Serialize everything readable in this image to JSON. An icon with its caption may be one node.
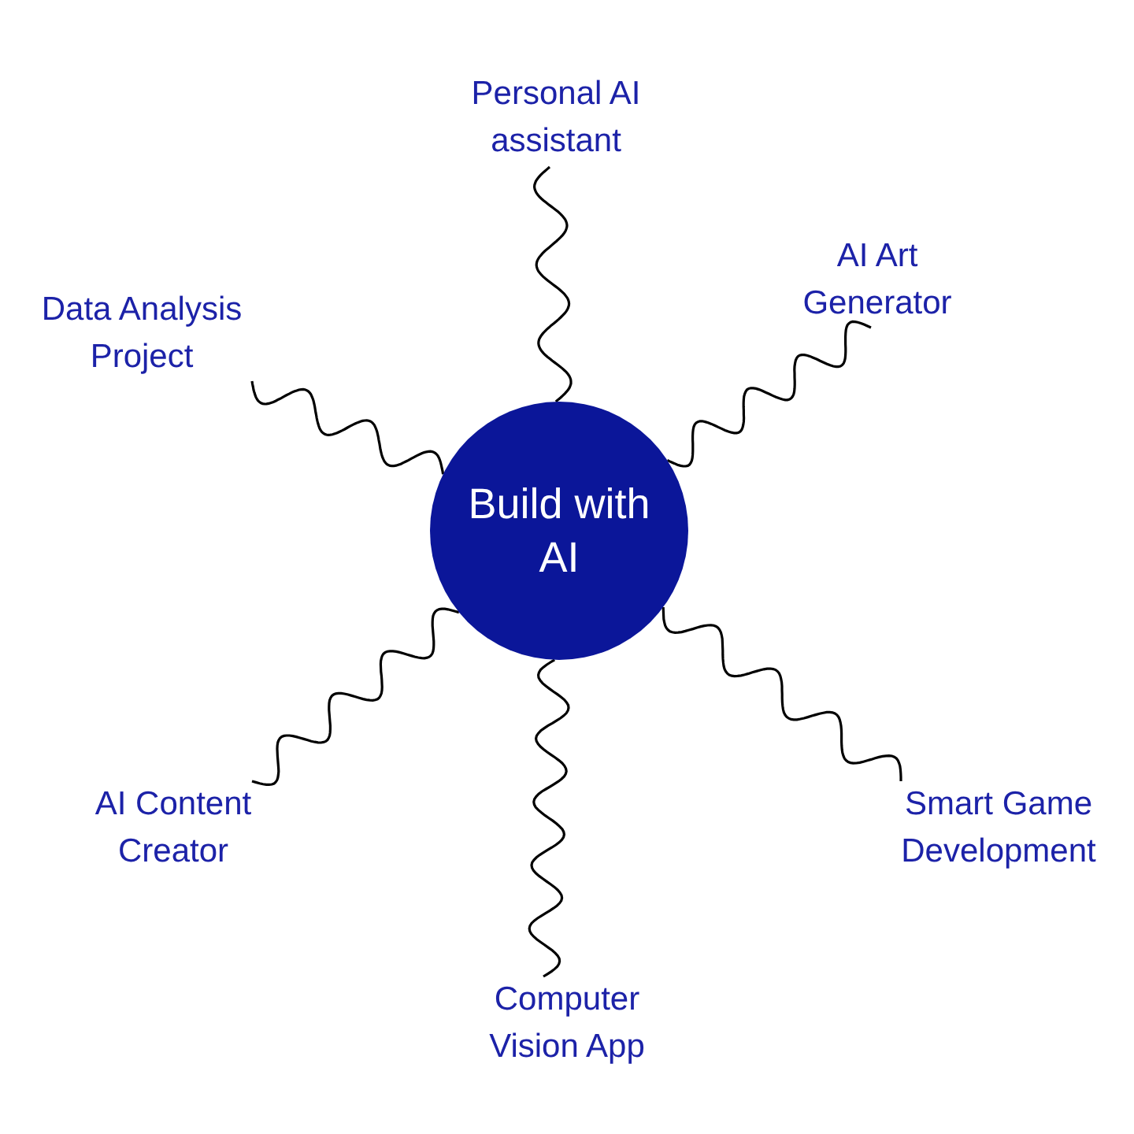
{
  "diagram": {
    "nodes": [
      {
        "text": [
          "Build with AI"
        ]
      },
      {
        "text": [
          "Personal AI assistant"
        ]
      },
      {
        "text": [
          "AI Art Generator"
        ]
      },
      {
        "text": [
          "Data Analysis Project"
        ]
      },
      {
        "text": [
          "Smart Game Development"
        ]
      },
      {
        "text": [
          "AI Content Creator"
        ]
      },
      {
        "text": [
          "Computer Vision App"
        ]
      }
    ],
    "edges": [
      {
        "from": 0,
        "to": 1,
        "arrow": "none"
      },
      {
        "from": 0,
        "to": 2,
        "arrow": "none"
      },
      {
        "from": 0,
        "to": 3,
        "arrow": "none"
      },
      {
        "from": 0,
        "to": 4,
        "arrow": "none"
      },
      {
        "from": 0,
        "to": 5,
        "arrow": "none"
      },
      {
        "from": 0,
        "to": 6,
        "arrow": "none"
      }
    ]
  }
}
